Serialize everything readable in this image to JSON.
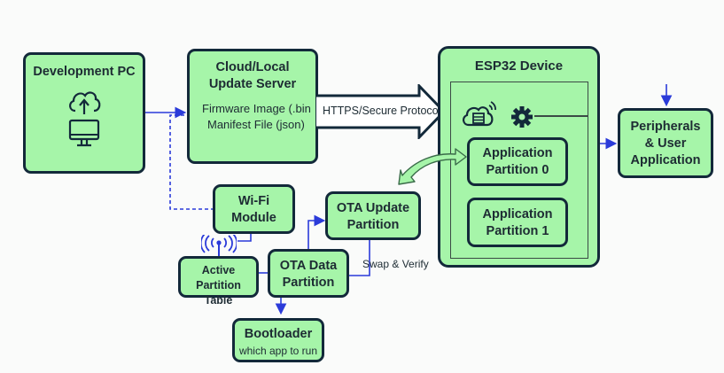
{
  "dev_pc": {
    "title": "Development PC",
    "icons": [
      "cloud-upload-icon",
      "monitor-icon"
    ]
  },
  "server": {
    "title_line1": "Cloud/Local",
    "title_line2": "Update Server",
    "detail_line1": "Firmware Image (.bin",
    "detail_line2": "Manifest File (json)"
  },
  "protocol_arrow": {
    "label": "HTTPS/Secure Protocol"
  },
  "esp32": {
    "title": "ESP32 Device",
    "icons": [
      "cloud-storage-wireless-icon",
      "gear-icon"
    ],
    "partition0": {
      "line1": "Application",
      "line2": "Partition 0"
    },
    "partition1": {
      "line1": "Application",
      "line2": "Partition 1"
    }
  },
  "peripherals": {
    "line1": "Peripherals",
    "line2": "& User",
    "line3": "Application"
  },
  "wifi": {
    "line1": "Wi-Fi",
    "line2": "Module"
  },
  "active_table": {
    "line1": "Active Partition",
    "line2": "Table"
  },
  "ota_data": {
    "line1": "OTA Data",
    "line2": "Partition"
  },
  "ota_update": {
    "line1": "OTA Update",
    "line2": "Partition"
  },
  "swap_label": "Swap & Verify",
  "bootloader": {
    "title": "Bootloader",
    "sub": "which app to run"
  },
  "colors": {
    "box_fill": "#a6f5a9",
    "border": "#13293a",
    "connector": "#2b3bd9"
  }
}
